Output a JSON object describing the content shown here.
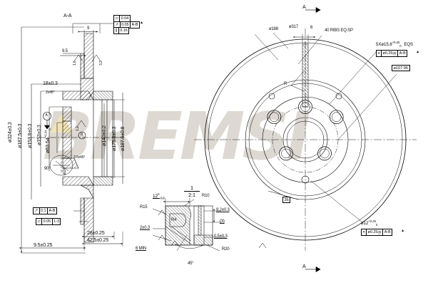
{
  "drawing": {
    "type": "mechanical-engineering-drawing",
    "subject": "vented brake disc / rotor",
    "watermark": "BREMSI",
    "section_label": "A-A",
    "detail_scale_num": "1",
    "detail_scale_den": "2:1",
    "datum_a_top": "A",
    "datum_a_bottom": "A",
    "datum_bubble_a": "A",
    "datum_bubble_b": "B"
  },
  "section_view": {
    "title": "A-A",
    "top_frames": [
      {
        "symbol": "flatness",
        "tolerance": "0.04",
        "datum": ""
      },
      {
        "symbol": "runout",
        "tolerance": "0.05",
        "datum": "A-B"
      },
      {
        "symbol": "parallelism",
        "tolerance": "0.16",
        "datum": ""
      }
    ],
    "bottom_frames": [
      {
        "symbol": "runout",
        "tolerance": "0.1",
        "datum": "A-B"
      },
      {
        "symbol": "flatness",
        "tolerance": "0.05",
        "datum": "1-3"
      }
    ],
    "top_dims": [
      "9",
      "9.5"
    ],
    "left_diameters": [
      "ø324±0.3",
      "ø187.5±0.3",
      "ø153.8±0.3",
      "ø153±0.3"
    ],
    "bore_dim": "ø63.54",
    "bore_tol_upper": "+0.04",
    "bore_tol_lower": "0",
    "right_diameters": [
      "ø140±0.2",
      "ø175.8±0.3",
      "ø187.5±0.8"
    ],
    "inner_dims": [
      "18±0.3",
      "2x45°",
      "3.5x45°",
      "90°",
      "ø24"
    ],
    "bottom_dims": [
      "9.5±0.25",
      "28±0.25",
      "42.5±0.25"
    ],
    "surface_marks": [
      "1.6",
      "3.2",
      "1.2"
    ]
  },
  "face_view": {
    "top_dims": [
      "ø188",
      "ø317",
      "6"
    ],
    "rib_note": "40  RIBS  EQ.SP",
    "rib_radius": "R",
    "bolt_hole_note": "5Xø15.8",
    "bolt_hole_tol_upper": "+0.25",
    "bolt_hole_tol_lower": "0",
    "bolt_hole_eqs": "EQS",
    "bolt_position_frame": {
      "symbol": "position",
      "tolerance": "ø0.25",
      "modifier": "M",
      "datum": "A-B"
    },
    "bolt_circle": "ø107.95",
    "basic_dim": "36",
    "pilot_hole": "ø12",
    "pilot_tol_upper": "+0.25",
    "pilot_tol_lower": "0",
    "pilot_position_frame": {
      "symbol": "position",
      "tolerance": "ø0.25",
      "modifier": "M",
      "datum": "A-B"
    },
    "section_arrow_top": "A",
    "section_arrow_bottom": "A"
  },
  "detail_view": {
    "scale_num": "1",
    "scale_den": "2:1",
    "dims": [
      {
        "name": "width",
        "value": "12",
        "tol_upper": "0",
        "tol_lower": "-0.3"
      },
      {
        "name": "radius-r10",
        "value": "R10"
      },
      {
        "name": "height",
        "value": "9.2±0.3"
      },
      {
        "name": "reference",
        "value": "(3)"
      },
      {
        "name": "radius-r15",
        "value": "R15"
      },
      {
        "name": "radius-r4",
        "value": "R4"
      },
      {
        "name": "thickness",
        "value": "2±0.3"
      },
      {
        "name": "minimum",
        "value": "6  MIN"
      },
      {
        "name": "angle",
        "value": "45°"
      },
      {
        "name": "step",
        "value": "0.5±0.3"
      },
      {
        "name": "radius-r20",
        "value": "R20"
      }
    ]
  }
}
